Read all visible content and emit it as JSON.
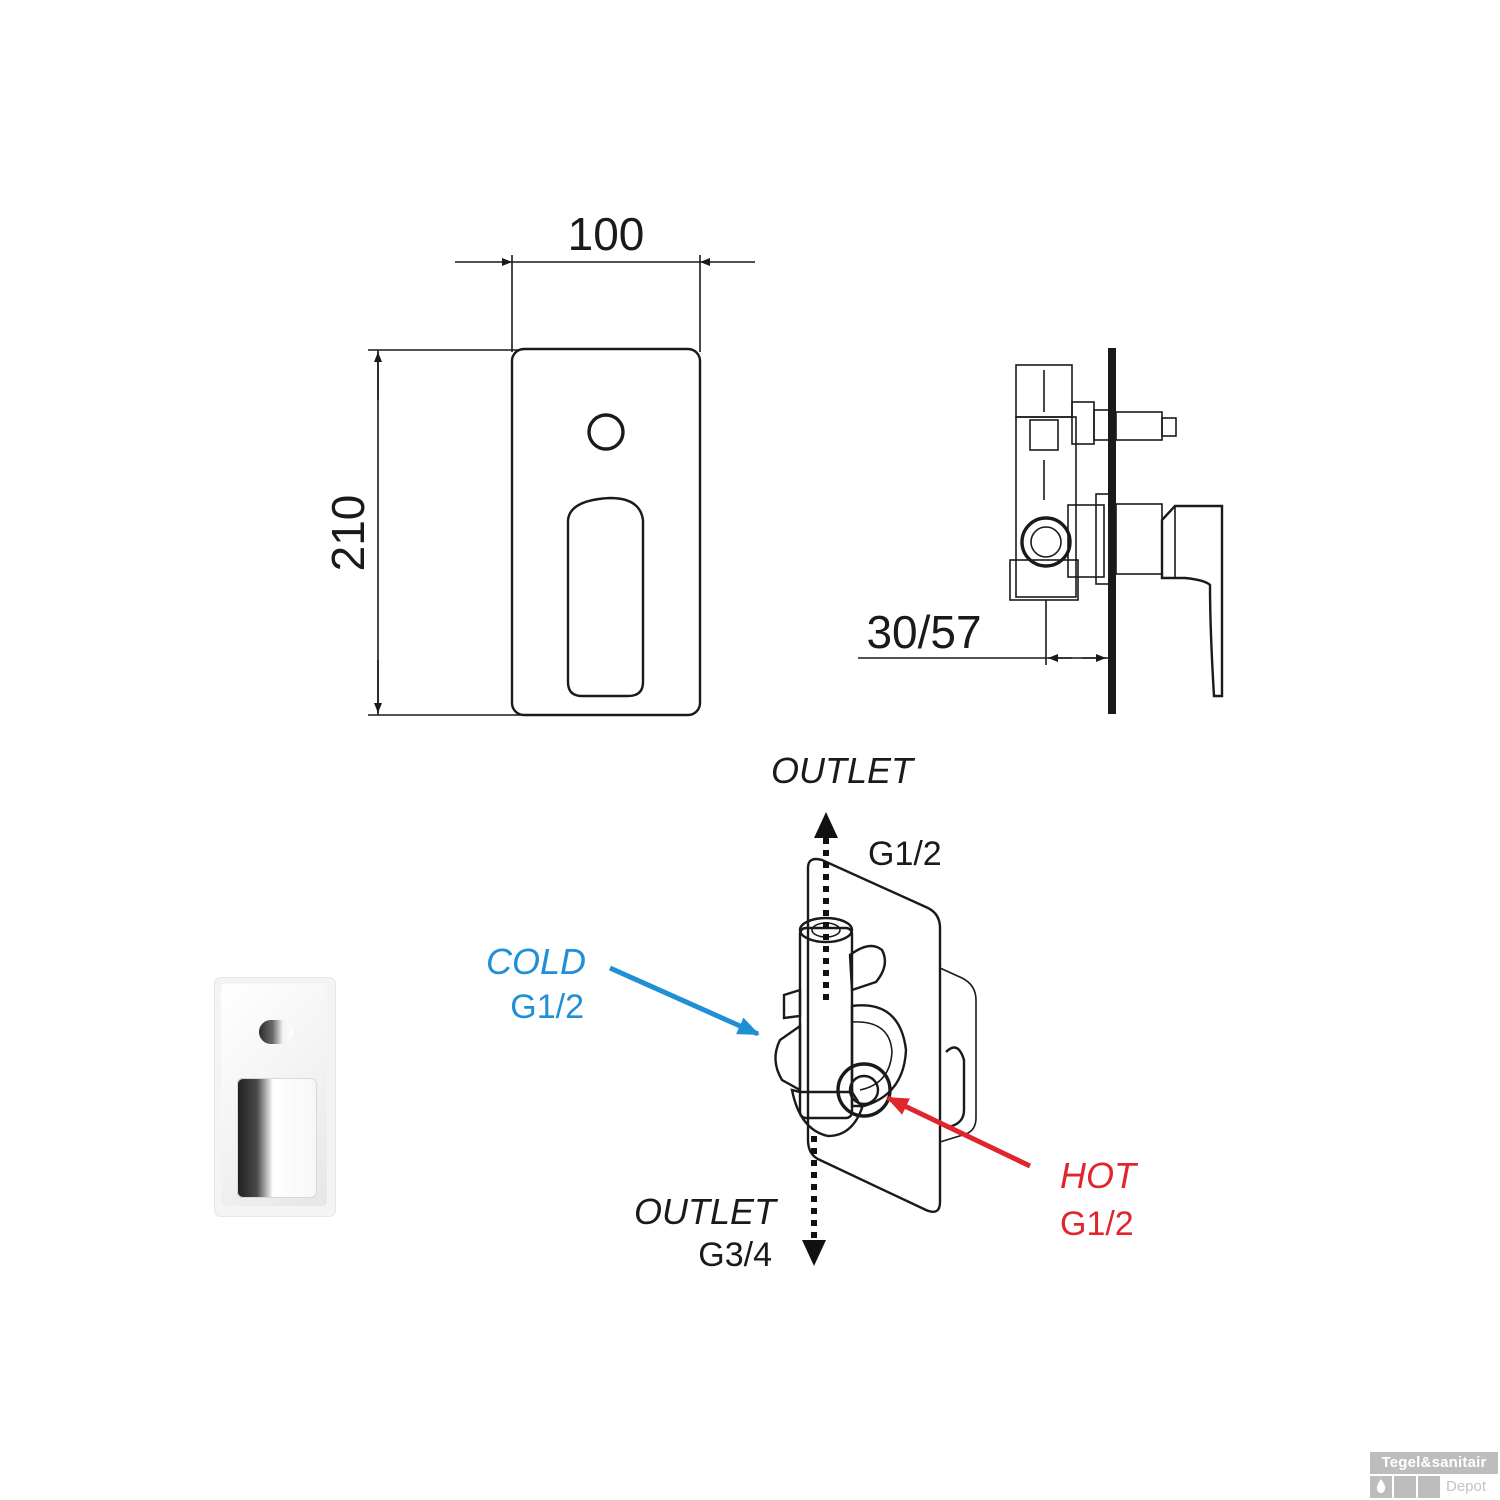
{
  "dimensions": {
    "width_label": "100",
    "height_label": "210",
    "depth_label": "30/57"
  },
  "connections": {
    "outlet_top": {
      "title": "OUTLET",
      "size": "G1/2"
    },
    "cold": {
      "title": "COLD",
      "size": "G1/2",
      "color": "#1f8fd6"
    },
    "hot": {
      "title": "HOT",
      "size": "G1/2",
      "color": "#e0262d"
    },
    "outlet_bottom": {
      "title": "OUTLET",
      "size": "G3/4"
    }
  },
  "logo": {
    "brand_line": "Tegel&sanitair",
    "sub_line": "Depot"
  }
}
